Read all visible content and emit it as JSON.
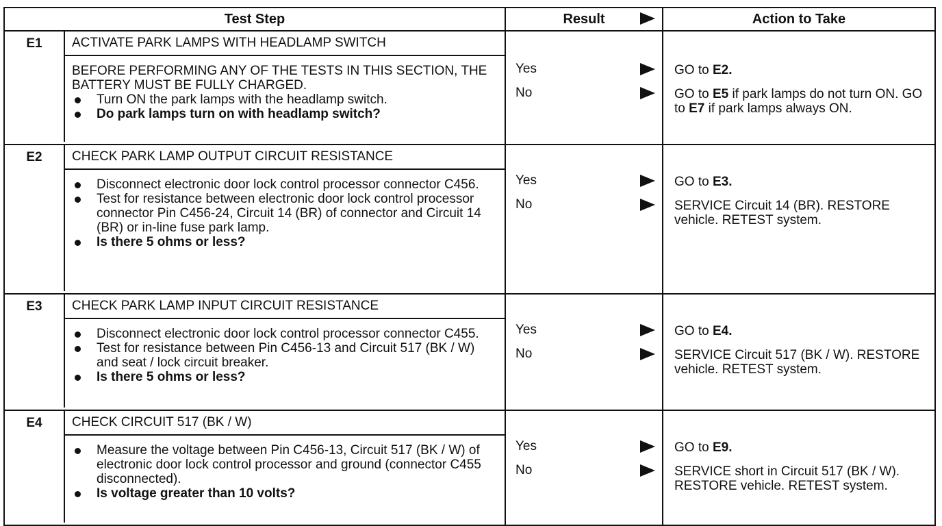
{
  "headers": {
    "test_step": "Test Step",
    "result": "Result",
    "action": "Action to Take"
  },
  "steps": [
    {
      "id": "E1",
      "title": "ACTIVATE PARK LAMPS WITH HEADLAMP SWITCH",
      "lead": "BEFORE PERFORMING ANY OF THE TESTS IN THIS SECTION, THE BATTERY MUST BE FULLY CHARGED.",
      "bullets": [
        "Turn ON the park lamps with the headlamp switch.",
        "Do park lamps turn on with headlamp switch?"
      ],
      "yes": "Yes",
      "no": "No",
      "yes_action_prefix": "GO to ",
      "yes_action_target": "E2.",
      "no_action_prefix": "GO to ",
      "no_action_target": "E5",
      "no_action_mid": " if park lamps do not turn ON.  GO to ",
      "no_action_target2": "E7",
      "no_action_suffix": " if park lamps always ON."
    },
    {
      "id": "E2",
      "title": "CHECK PARK LAMP OUTPUT CIRCUIT RESISTANCE",
      "bullets": [
        "Disconnect electronic door lock control processor connector C456.",
        "Test for resistance between electronic door lock control processor connector Pin C456-24, Circuit 14 (BR) of connector and Circuit 14 (BR) or in-line fuse park lamp.",
        "Is there 5 ohms or less?"
      ],
      "yes": "Yes",
      "no": "No",
      "yes_action_prefix": "GO to ",
      "yes_action_target": "E3.",
      "no_action": "SERVICE Circuit 14 (BR). RESTORE vehicle. RETEST system."
    },
    {
      "id": "E3",
      "title": "CHECK PARK LAMP INPUT CIRCUIT RESISTANCE",
      "bullets": [
        "Disconnect electronic door lock control processor connector C455.",
        "Test for resistance between Pin C456-13 and Circuit 517 (BK / W) and seat / lock circuit breaker.",
        "Is there 5 ohms or less?"
      ],
      "yes": "Yes",
      "no": "No",
      "yes_action_prefix": "GO to ",
      "yes_action_target": "E4.",
      "no_action": "SERVICE Circuit 517 (BK / W). RESTORE vehicle. RETEST system."
    },
    {
      "id": "E4",
      "title": "CHECK CIRCUIT 517 (BK / W)",
      "bullets": [
        "Measure the voltage between Pin C456-13, Circuit 517 (BK / W) of electronic door lock control processor and ground (connector C455 disconnected).",
        "Is voltage greater than 10 volts?"
      ],
      "yes": "Yes",
      "no": "No",
      "yes_action_prefix": "GO to ",
      "yes_action_target": "E9.",
      "no_action": "SERVICE short in Circuit 517 (BK / W). RESTORE vehicle. RETEST system."
    }
  ],
  "icons": {
    "result_arrow": "right-triangle-arrow-icon"
  }
}
